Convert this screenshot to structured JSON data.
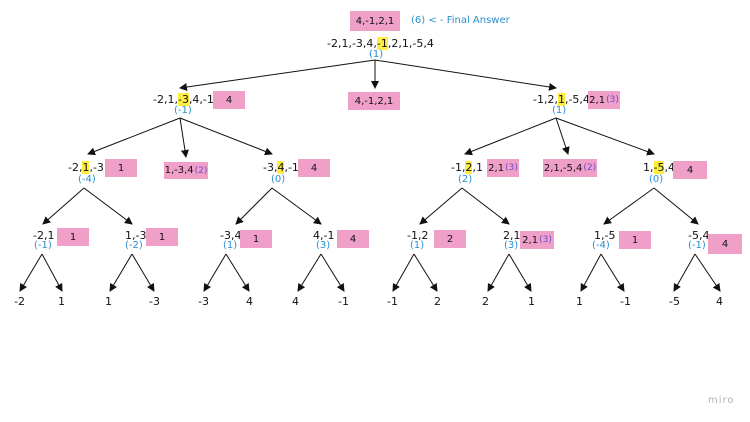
{
  "header": {
    "final_box": "4,-1,2,1",
    "final_note": "(6) < - Final Answer"
  },
  "nodes": {
    "root": {
      "pre": "-2,1,-3,4,",
      "hl": "-1",
      "post": ",2,1,-5,4",
      "paren": "(1)",
      "box": "4,-1,2,1"
    },
    "l1_left": {
      "pre": "-2,1,",
      "hl": "-3",
      "post": ",4,-1",
      "paren": "(-1)",
      "box": "4"
    },
    "l1_right": {
      "pre": "-1,2,",
      "hl": "1",
      "post": ",-5,4",
      "paren": "(1)",
      "box": "2,1",
      "box_sub": "(3)"
    },
    "l2_a": {
      "pre": "-2,",
      "hl": "1",
      "post": ",-3",
      "paren": "(-4)",
      "box": "1"
    },
    "l2_b": {
      "pre": "-3,",
      "hl": "4",
      "post": ",-1",
      "paren": "(0)",
      "box": "4"
    },
    "l2_c": {
      "pre": "-1,",
      "hl": "2",
      "post": ",1",
      "paren": "(2)",
      "box": "2,1",
      "box_sub": "(3)"
    },
    "l2_d": {
      "pre": "1,",
      "hl": "-5",
      "post": ",4",
      "paren": "(0)",
      "box": "4"
    },
    "cross_left": {
      "box": "1,-3,4",
      "box_sub": "(2)"
    },
    "cross_right": {
      "box": "2,1,-5,4",
      "box_sub": "(2)"
    },
    "l3": [
      {
        "label": "-2,1",
        "paren": "(-1)",
        "box": "1"
      },
      {
        "label": "1,-3",
        "paren": "(-2)",
        "box": "1"
      },
      {
        "label": "-3,4",
        "paren": "(1)",
        "box": "1"
      },
      {
        "label": "4,-1",
        "paren": "(3)",
        "box": "4"
      },
      {
        "label": "-1,2",
        "paren": "(1)",
        "box": "2"
      },
      {
        "label": "2,1",
        "paren": "(3)",
        "box": "2,1",
        "box_sub": "(3)"
      },
      {
        "label": "1,-5",
        "paren": "(-4)",
        "box": "1"
      },
      {
        "label": "-5,4",
        "paren": "(-1)",
        "box": "4"
      }
    ],
    "leaves": [
      "-2",
      "1",
      "1",
      "-3",
      "-3",
      "4",
      "4",
      "-1",
      "-1",
      "2",
      "2",
      "1",
      "1",
      "-1",
      "-5",
      "4"
    ]
  },
  "colors": {
    "box": "#f0a0c8",
    "highlight": "#ffee40",
    "paren": "#2a8fd0",
    "sub": "#6b4cc9",
    "edge": "#111111"
  },
  "watermark": "miro"
}
